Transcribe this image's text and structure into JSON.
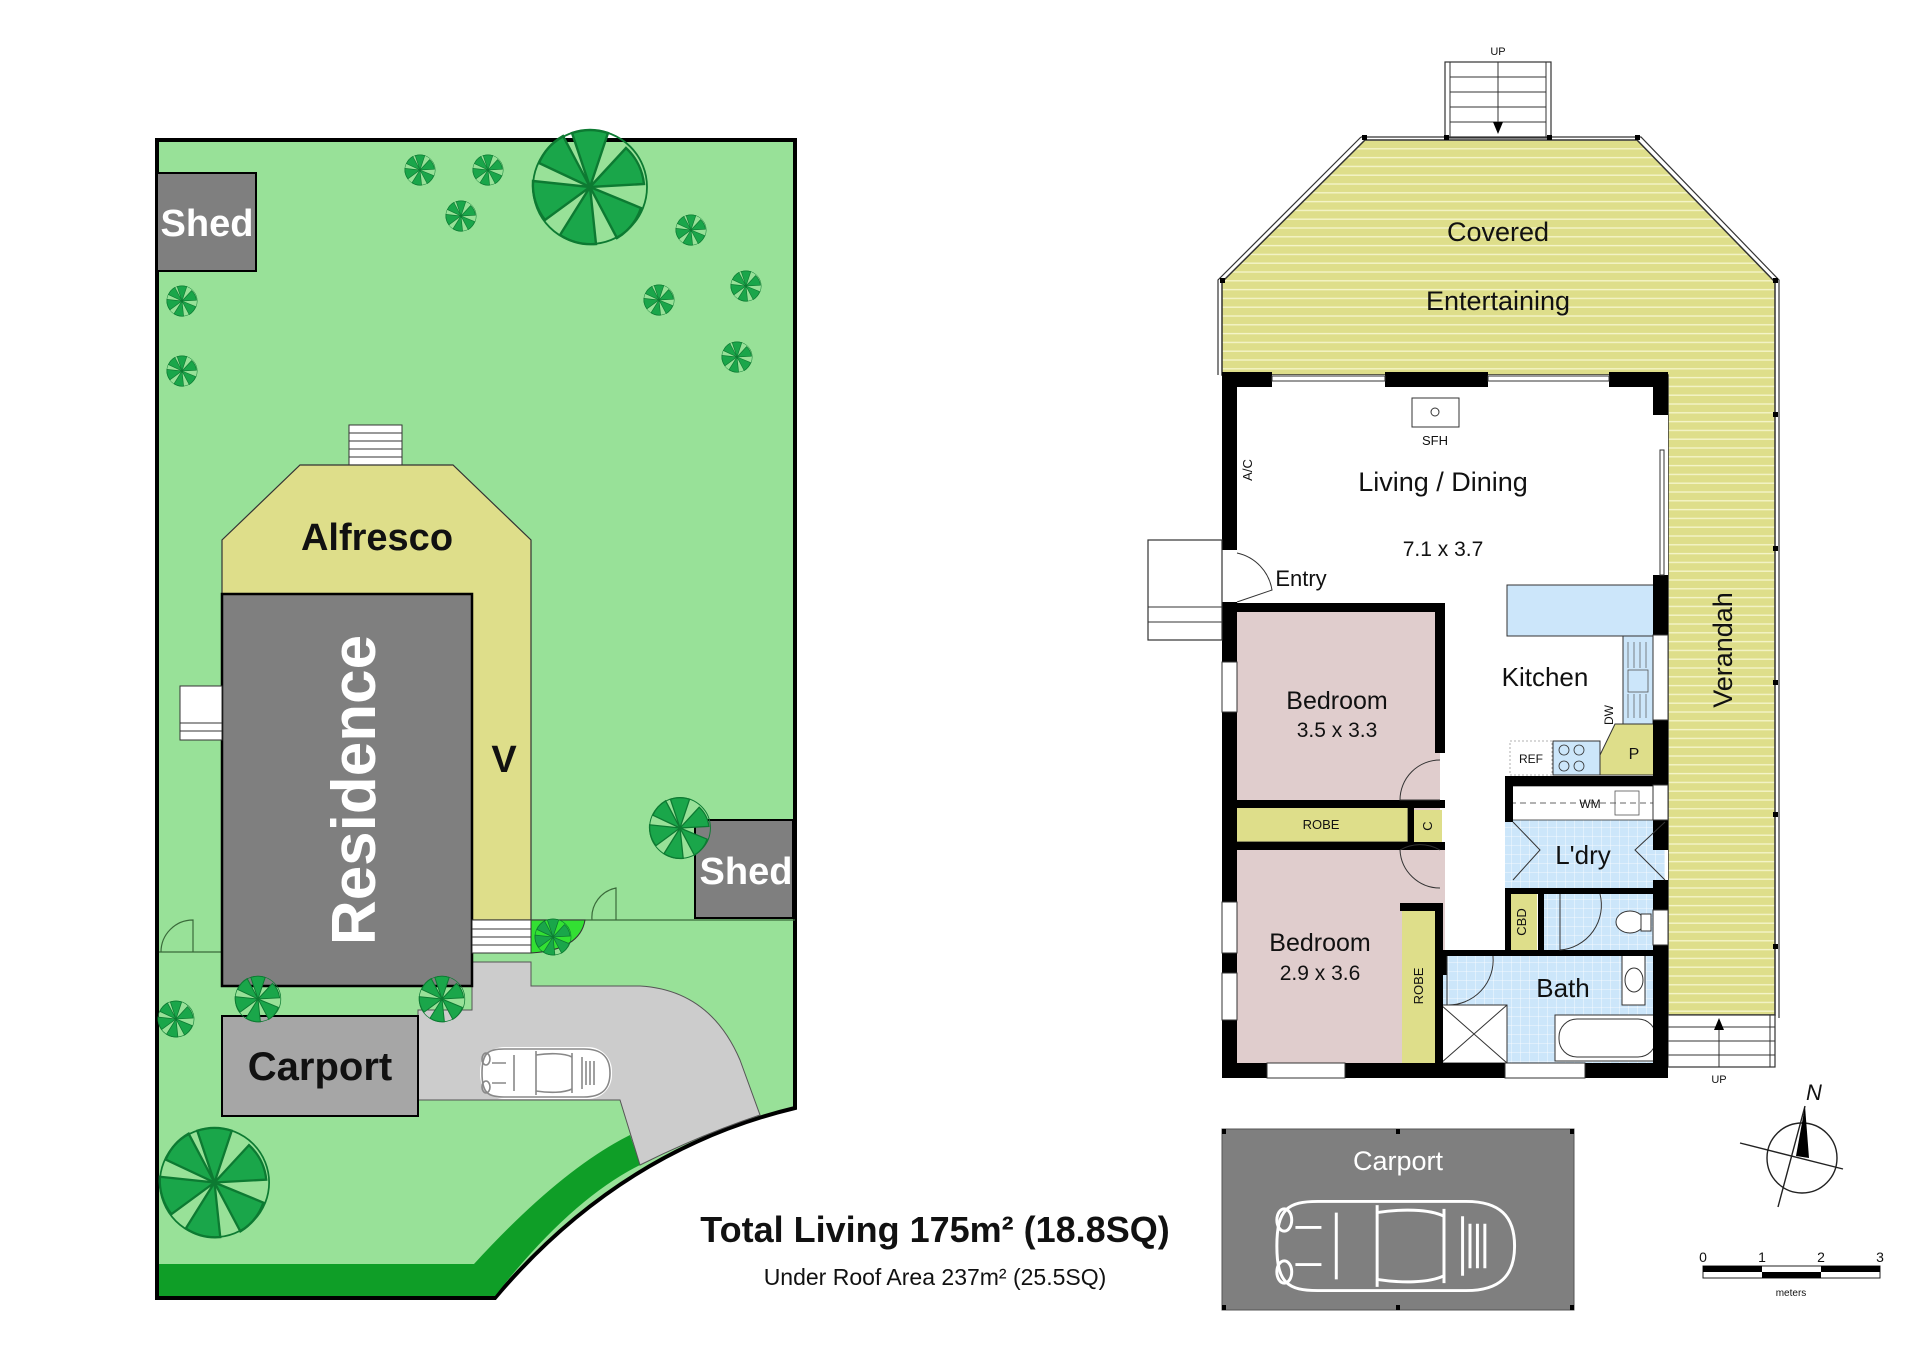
{
  "site_plan": {
    "labels": {
      "shed_top": "Shed",
      "shed_right": "Shed",
      "alfresco": "Alfresco",
      "residence": "Residence",
      "verandah_short": "V",
      "carport": "Carport"
    },
    "colors": {
      "lawn": "#98e198",
      "garden_bed": "#0f9e27",
      "building": "#7f7f7f",
      "carport": "#a6a6a6",
      "alfresco": "#dede8a",
      "driveway": "#cccccc",
      "tree": "#1aa64a"
    }
  },
  "floor_plan": {
    "rooms": {
      "covered_line1": "Covered",
      "covered_line2": "Entertaining",
      "living": "Living / Dining",
      "living_size": "7.1 x 3.7",
      "entry": "Entry",
      "kitchen": "Kitchen",
      "verandah": "Verandah",
      "bed1": "Bedroom",
      "bed1_size": "3.5 x 3.3",
      "bed2": "Bedroom",
      "bed2_size": "2.9 x 3.6",
      "laundry": "L'dry",
      "bath": "Bath",
      "carport": "Carport"
    },
    "fixtures": {
      "sfh": "SFH",
      "ac": "A/C",
      "dw": "DW",
      "ref": "REF",
      "pantry": "P",
      "wm": "WM",
      "robe1": "ROBE",
      "robe2": "ROBE",
      "cupboard": "C",
      "cbd": "CBD",
      "stair_top": "UP",
      "stair_right": "UP"
    },
    "colors": {
      "deck": "#dede8a",
      "bedroom": "#e0cdcd",
      "wet_area": "#cce6fa",
      "kitchen_bench": "#cce6fa",
      "robe": "#dede8a",
      "carport": "#7f7f7f"
    }
  },
  "summary": {
    "total_living": "Total Living 175m² (18.8SQ)",
    "under_roof": "Under Roof Area 237m² (25.5SQ)"
  },
  "compass": {
    "north_label": "N"
  },
  "scale_bar": {
    "ticks": [
      "0",
      "1",
      "2",
      "3"
    ],
    "unit": "meters"
  }
}
